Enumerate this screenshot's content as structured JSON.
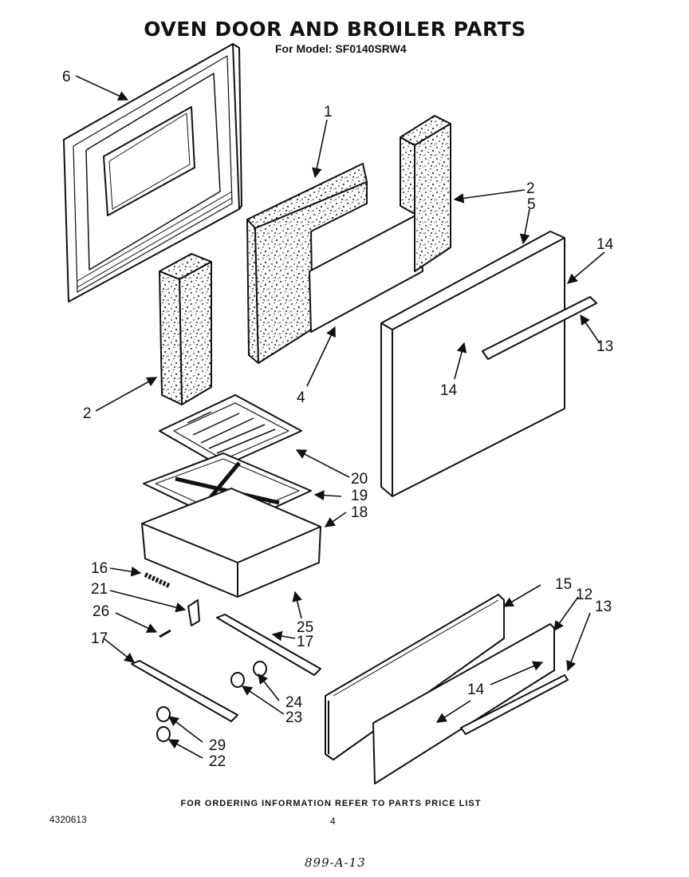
{
  "title": "OVEN DOOR AND BROILER PARTS",
  "subtitle": "For Model: SF0140SRW4",
  "footer_note": "FOR ORDERING INFORMATION REFER TO PARTS PRICE LIST",
  "doc_number": "4320613",
  "page_number": "4",
  "handwritten_code": "899-A-13",
  "callouts": [
    "1",
    "2",
    "2",
    "4",
    "5",
    "6",
    "13",
    "13",
    "14",
    "14",
    "14",
    "15",
    "12",
    "16",
    "17",
    "17",
    "18",
    "19",
    "20",
    "21",
    "22",
    "23",
    "24",
    "25",
    "26",
    "29"
  ]
}
